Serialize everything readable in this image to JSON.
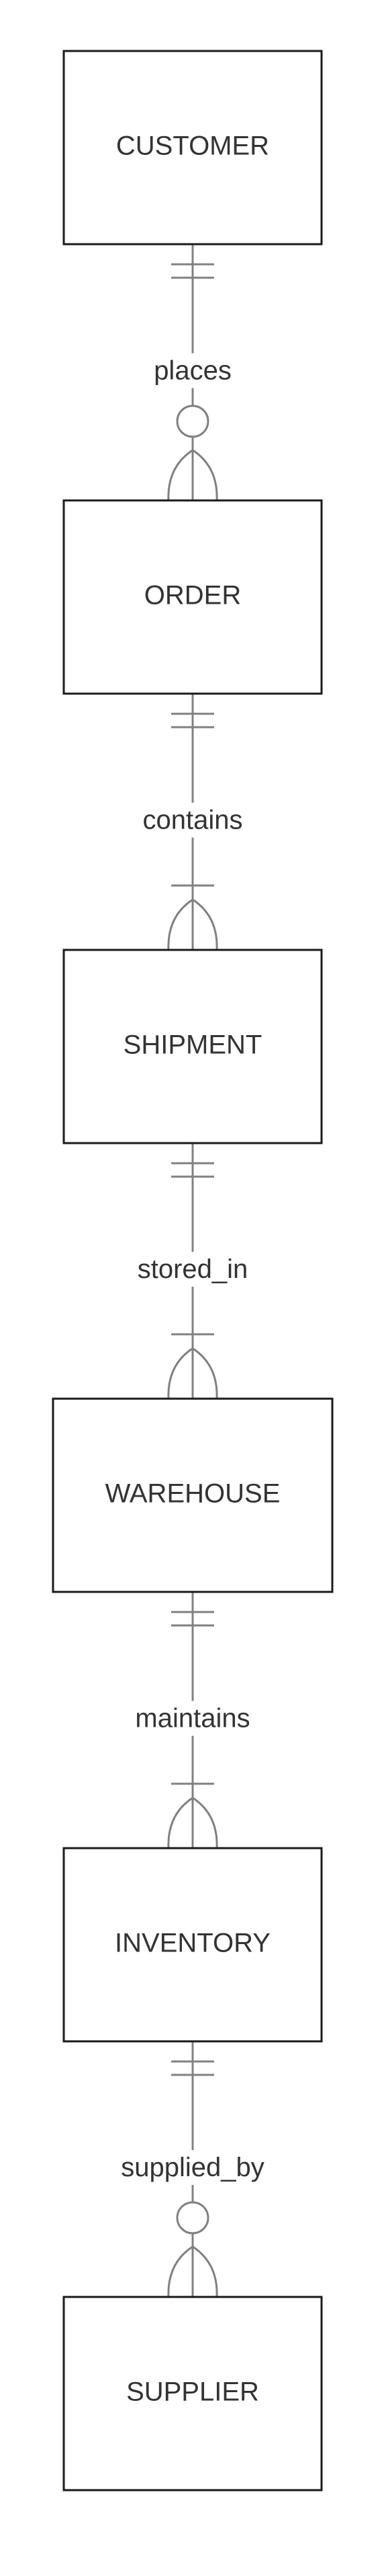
{
  "diagram": {
    "entities": [
      {
        "name": "CUSTOMER"
      },
      {
        "name": "ORDER"
      },
      {
        "name": "SHIPMENT"
      },
      {
        "name": "WAREHOUSE"
      },
      {
        "name": "INVENTORY"
      },
      {
        "name": "SUPPLIER"
      }
    ],
    "relationships": [
      {
        "label": "places",
        "from": "CUSTOMER",
        "to": "ORDER",
        "from_cardinality": "exactly-one",
        "to_cardinality": "zero-or-many"
      },
      {
        "label": "contains",
        "from": "ORDER",
        "to": "SHIPMENT",
        "from_cardinality": "exactly-one",
        "to_cardinality": "one-or-many"
      },
      {
        "label": "stored_in",
        "from": "SHIPMENT",
        "to": "WAREHOUSE",
        "from_cardinality": "exactly-one",
        "to_cardinality": "one-or-many"
      },
      {
        "label": "maintains",
        "from": "WAREHOUSE",
        "to": "INVENTORY",
        "from_cardinality": "exactly-one",
        "to_cardinality": "one-or-many"
      },
      {
        "label": "supplied_by",
        "from": "INVENTORY",
        "to": "SUPPLIER",
        "from_cardinality": "exactly-one",
        "to_cardinality": "zero-or-many"
      }
    ],
    "colors": {
      "entity_border": "#1a1a1a",
      "text": "#333333",
      "connector": "#808080",
      "background": "#ffffff"
    }
  }
}
